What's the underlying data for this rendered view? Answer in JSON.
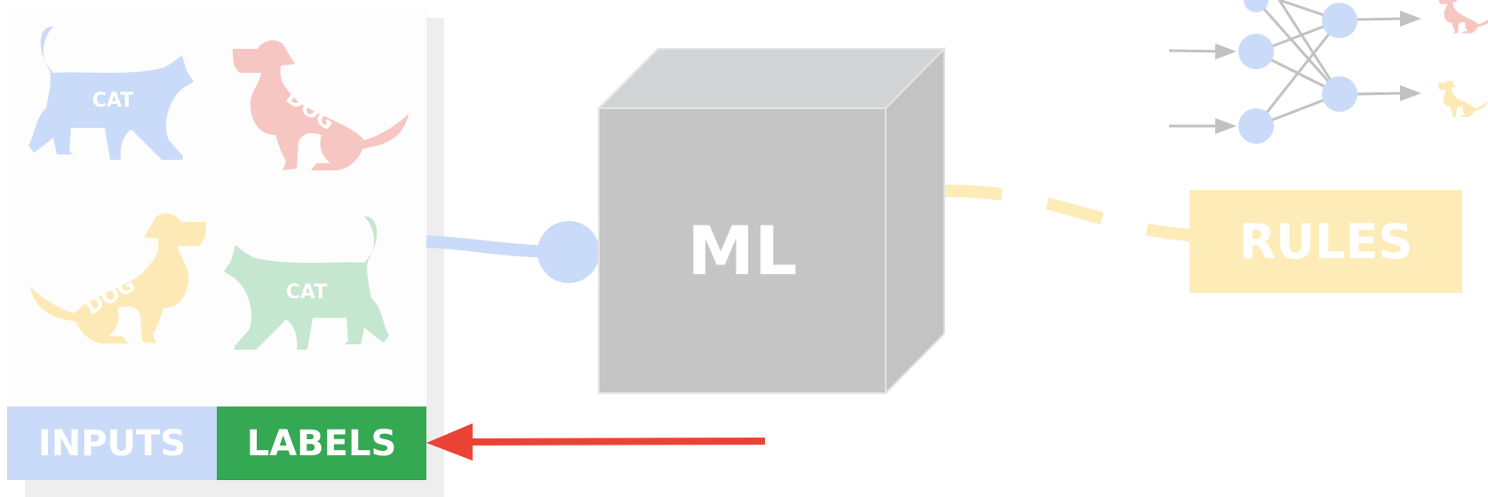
{
  "left_panel": {
    "animals": [
      {
        "kind": "cat",
        "label": "CAT",
        "color": "#c9dbf8"
      },
      {
        "kind": "dog",
        "label": "DOG",
        "color": "#f6c7c2"
      },
      {
        "kind": "dog",
        "label": "DOG",
        "color": "#fde9b5"
      },
      {
        "kind": "cat",
        "label": "CAT",
        "color": "#c5e6cf"
      }
    ],
    "inputs_label": "INPUTS",
    "labels_label": "LABELS",
    "inputs_color": "#c9dbf8",
    "labels_color": "#34a853"
  },
  "ml_box": {
    "label": "ML",
    "color": "#c4c5c4"
  },
  "rules_box": {
    "label": "RULES",
    "color": "#fdecb8"
  },
  "colors": {
    "arrow": "#ea4335",
    "input_connector": "#c9dbf8",
    "rules_connector": "#fdecb8",
    "network_nodes": "#c9dbf8",
    "network_edges": "#c2c2c2"
  }
}
